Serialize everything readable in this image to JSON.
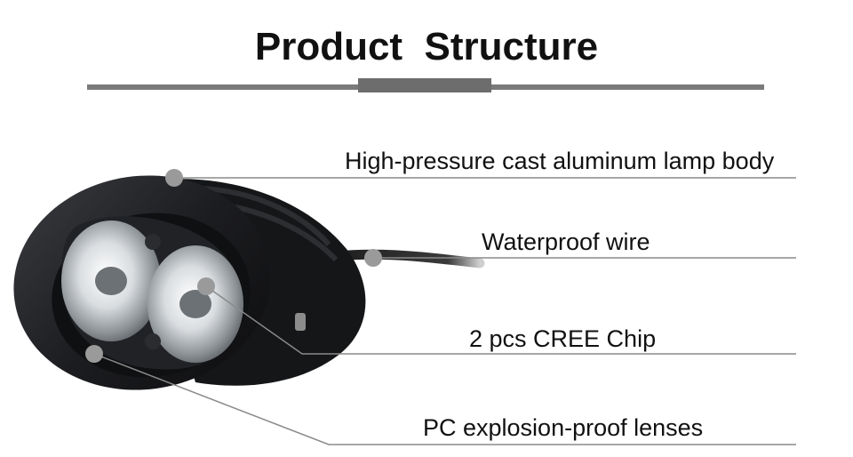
{
  "title": "Product  Structure",
  "callouts": [
    {
      "id": "body",
      "text": "High-pressure cast aluminum lamp body"
    },
    {
      "id": "wire",
      "text": "Waterproof wire"
    },
    {
      "id": "chip",
      "text": "2 pcs CREE Chip"
    },
    {
      "id": "lens",
      "text": "PC explosion-proof lenses"
    }
  ],
  "colors": {
    "title": "#111111",
    "rule": "#7b7b7b",
    "leader": "#8a8a8a",
    "dot": "#9a9a9a",
    "lamp_body": "#1c1d20"
  },
  "icons": {
    "callout_marker": "circle-dot"
  }
}
